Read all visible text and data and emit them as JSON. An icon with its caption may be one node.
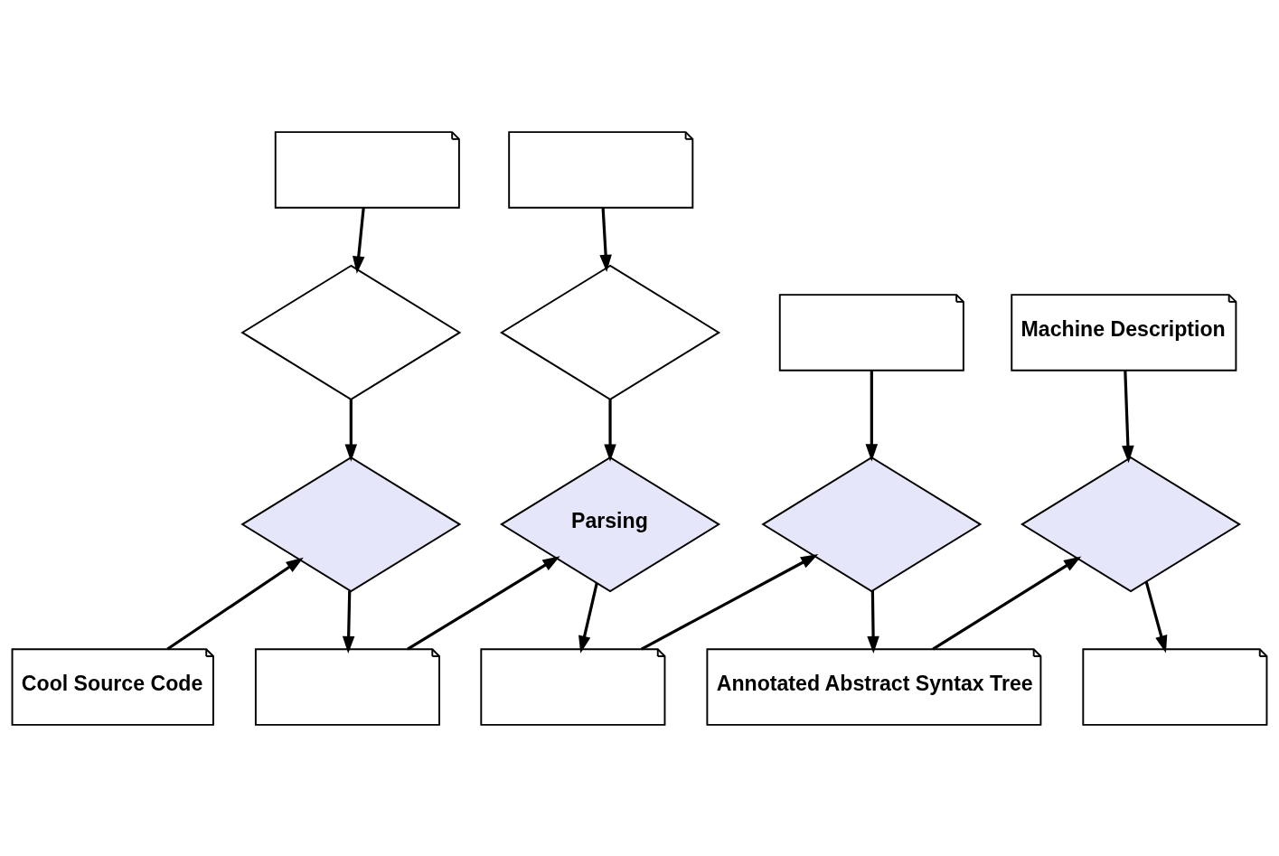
{
  "diagram": {
    "nodes": [
      {
        "text": [],
        "shape": "scroll"
      },
      {
        "text": [],
        "shape": "scroll"
      },
      {
        "text": [],
        "shape": "diamond"
      },
      {
        "text": [],
        "shape": "diamond"
      },
      {
        "text": [],
        "shape": "scroll"
      },
      {
        "text": [
          "Machine Description"
        ]
      },
      {
        "text": [],
        "shape": "diamond"
      },
      {
        "text": [
          "Parsing"
        ]
      },
      {
        "text": [],
        "shape": "diamond"
      },
      {
        "text": [],
        "shape": "diamond"
      },
      {
        "text": [
          "Cool Source Code"
        ]
      },
      {
        "text": [],
        "shape": "scroll"
      },
      {
        "text": [],
        "shape": "scroll"
      },
      {
        "text": [
          "Annotated Abstract Syntax Tree"
        ]
      },
      {
        "text": [],
        "shape": "scroll"
      }
    ],
    "edges": [
      {
        "from": 0,
        "to": 2,
        "arrow": "to"
      },
      {
        "from": 1,
        "to": 3,
        "arrow": "to"
      },
      {
        "from": 2,
        "to": 6,
        "arrow": "to"
      },
      {
        "from": 3,
        "to": 7,
        "arrow": "to"
      },
      {
        "from": 4,
        "to": 8,
        "arrow": "to"
      },
      {
        "from": 5,
        "to": 9,
        "arrow": "to"
      },
      {
        "from": 10,
        "to": 6,
        "arrow": "to"
      },
      {
        "from": 6,
        "to": 11,
        "arrow": "to"
      },
      {
        "from": 11,
        "to": 7,
        "arrow": "to"
      },
      {
        "from": 7,
        "to": 12,
        "arrow": "to"
      },
      {
        "from": 12,
        "to": 8,
        "arrow": "to"
      },
      {
        "from": 8,
        "to": 13,
        "arrow": "to"
      },
      {
        "from": 13,
        "to": 9,
        "arrow": "to"
      },
      {
        "from": 9,
        "to": 14,
        "arrow": "to"
      }
    ]
  }
}
